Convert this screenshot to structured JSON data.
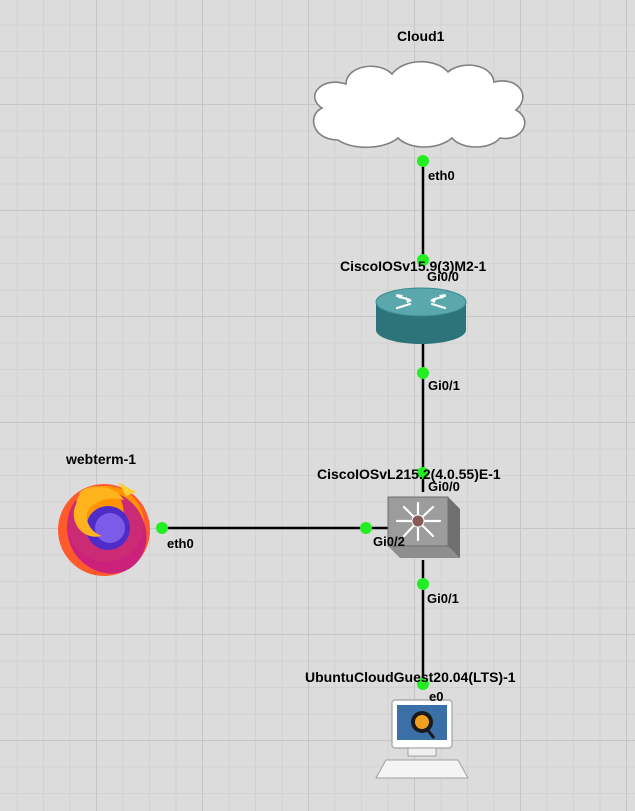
{
  "nodes": {
    "cloud": {
      "name": "Cloud1",
      "icon": "cloud-icon"
    },
    "router": {
      "name": "CiscoIOSv15.9(3)M2-1",
      "icon": "router-icon"
    },
    "switch": {
      "name": "CiscoIOSvL215.2(4.0.55)E-1",
      "icon": "multilayer-switch-icon"
    },
    "webterm": {
      "name": "webterm-1",
      "icon": "firefox-icon"
    },
    "ubuntu": {
      "name": "UbuntuCloudGuest20.04(LTS)-1",
      "icon": "qemu-computer-icon"
    }
  },
  "links": [
    {
      "from": "Cloud1",
      "from_port": "eth0",
      "to": "CiscoIOSv15.9(3)M2-1",
      "to_port": "Gi0/0"
    },
    {
      "from": "CiscoIOSv15.9(3)M2-1",
      "from_port": "Gi0/1",
      "to": "CiscoIOSvL215.2(4.0.55)E-1",
      "to_port": "Gi0/0"
    },
    {
      "from": "webterm-1",
      "from_port": "eth0",
      "to": "CiscoIOSvL215.2(4.0.55)E-1",
      "to_port": "Gi0/2"
    },
    {
      "from": "CiscoIOSvL215.2(4.0.55)E-1",
      "from_port": "Gi0/1",
      "to": "UbuntuCloudGuest20.04(LTS)-1",
      "to_port": "e0"
    }
  ],
  "colors": {
    "link": "#000000",
    "port_status_up": "#22ee22",
    "router_body": "#3a8a8e",
    "switch_body": "#9a9a9a"
  }
}
